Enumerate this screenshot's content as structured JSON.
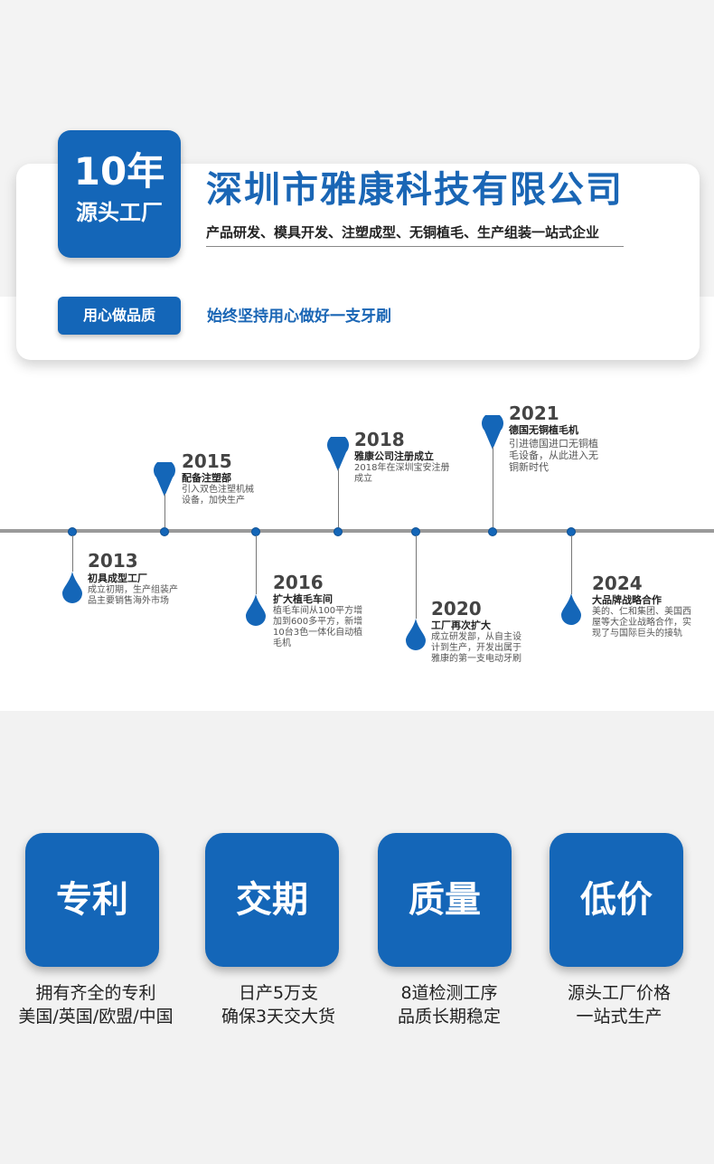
{
  "header": {
    "badge_years": "10年",
    "badge_subtitle": "源头工厂",
    "company_name": "深圳市雅康科技有限公司",
    "services": "产品研发、模具开发、注塑成型、无铜植毛、生产组装一站式企业",
    "quality_label": "用心做品质",
    "motto": "始终坚持用心做好一支牙刷"
  },
  "timeline": [
    {
      "year": "2013",
      "title": "初具成型工厂",
      "desc": "成立初期，生产组装产品主要销售海外市场"
    },
    {
      "year": "2015",
      "title": "配备注塑部",
      "desc": "引入双色注塑机械设备，加快生产"
    },
    {
      "year": "2016",
      "title": "扩大植毛车间",
      "desc": "植毛车间从100平方增加到600多平方，新增10台3色一体化自动植毛机"
    },
    {
      "year": "2018",
      "title": "雅康公司注册成立",
      "desc": "2018年在深圳宝安注册成立"
    },
    {
      "year": "2020",
      "title": "工厂再次扩大",
      "desc": "成立研发部，从自主设计到生产，开发出属于雅康的第一支电动牙刷"
    },
    {
      "year": "2021",
      "title": "德国无铜植毛机",
      "desc": "引进德国进口无铜植毛设备，从此进入无铜新时代"
    },
    {
      "year": "2024",
      "title": "大品牌战略合作",
      "desc": "美的、仁和集团、美国西屋等大企业战略合作，实现了与国际巨头的接轨"
    }
  ],
  "features": [
    {
      "label": "专利",
      "line1": "拥有齐全的专利",
      "line2": "美国/英国/欧盟/中国"
    },
    {
      "label": "交期",
      "line1": "日产5万支",
      "line2": "确保3天交大货"
    },
    {
      "label": "质量",
      "line1": "8道检测工序",
      "line2": "品质长期稳定"
    },
    {
      "label": "低价",
      "line1": "源头工厂价格",
      "line2": "一站式生产"
    }
  ],
  "colors": {
    "accent": "#1466b8",
    "title_blue": "#1a66b5",
    "timeline_gray": "#9a9a9a"
  },
  "icons": {
    "pin": "location-pin-icon",
    "drop": "water-drop-icon"
  }
}
